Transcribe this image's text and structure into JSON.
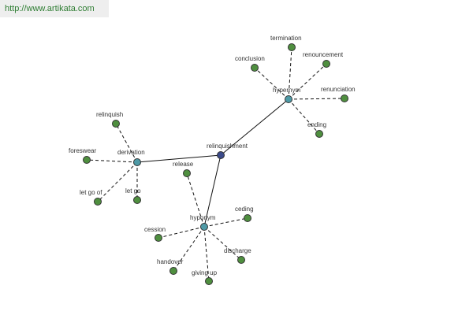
{
  "banner": {
    "url_text": "http://www.artikata.com"
  },
  "colors": {
    "center_node": "#3b4a8a",
    "hub_node": "#4e9aa6",
    "leaf_node": "#4f8f3f",
    "banner_text": "#2e7d32"
  },
  "graph": {
    "center": {
      "id": "relinquishment",
      "label": "relinquishment"
    },
    "hubs": [
      {
        "id": "hypernym",
        "label": "hypernym",
        "leaves": [
          "termination",
          "conclusion",
          "renouncement",
          "renunciation",
          "ending"
        ]
      },
      {
        "id": "derivation",
        "label": "derivation",
        "leaves": [
          "relinquish",
          "foreswear",
          "let go of",
          "let go"
        ]
      },
      {
        "id": "hyponym",
        "label": "hyponym",
        "leaves": [
          "release",
          "ceding",
          "cession",
          "discharge",
          "handover",
          "giving up"
        ]
      }
    ]
  }
}
